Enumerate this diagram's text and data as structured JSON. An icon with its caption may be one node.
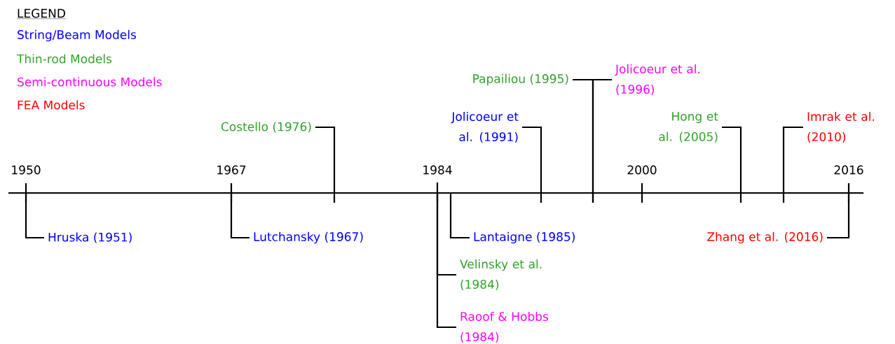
{
  "diagram": {
    "nodes": [
      {
        "text": [
          "Hruska (1951)"
        ]
      },
      {
        "text": [
          "Lutchansky (1967)"
        ]
      },
      {
        "text": [
          "Costello (1976)"
        ]
      },
      {
        "text": [
          "Jolicoeur et al. (1991)"
        ]
      },
      {
        "text": [
          "Papailiou (1995)"
        ]
      },
      {
        "text": [
          "Jolicoeur et al. (1996)"
        ]
      },
      {
        "text": [
          "Hong et al. (2005)"
        ]
      },
      {
        "text": [
          "Imrak et al. (2010)"
        ]
      },
      {
        "text": [
          "Lantaigne (1985)"
        ]
      },
      {
        "text": [
          "Velinsky et al. (1984)"
        ]
      },
      {
        "text": [
          "Raoof & Hobbs (1984)"
        ]
      },
      {
        "text": [
          "Zhang et al. (2016)"
        ]
      }
    ],
    "edges": [
      {
        "from": 0,
        "to": null,
        "arrow": "none"
      },
      {
        "from": 1,
        "to": null,
        "arrow": "none"
      },
      {
        "from": 2,
        "to": null,
        "arrow": "none"
      },
      {
        "from": 3,
        "to": null,
        "arrow": "none"
      },
      {
        "from": 4,
        "to": null,
        "arrow": "none"
      },
      {
        "from": 5,
        "to": null,
        "arrow": "none"
      },
      {
        "from": 6,
        "to": null,
        "arrow": "none"
      },
      {
        "from": 7,
        "to": null,
        "arrow": "none"
      },
      {
        "from": 8,
        "to": null,
        "arrow": "none"
      },
      {
        "from": 9,
        "to": null,
        "arrow": "none"
      },
      {
        "from": 10,
        "to": null,
        "arrow": "none"
      },
      {
        "from": 11,
        "to": null,
        "arrow": "none"
      }
    ],
    "labels": [
      "LEGEND",
      "1950",
      "1967",
      "1984",
      "2000",
      "2016"
    ],
    "legend": [
      {
        "text": "String/Beam Models",
        "color": "#0000ff"
      },
      {
        "text": "Thin-rod Models",
        "color": "#33a02c"
      },
      {
        "text": "Semi-continuous Models",
        "color": "#ff00ff"
      },
      {
        "text": "FEA Models",
        "color": "#ff0000"
      }
    ]
  }
}
